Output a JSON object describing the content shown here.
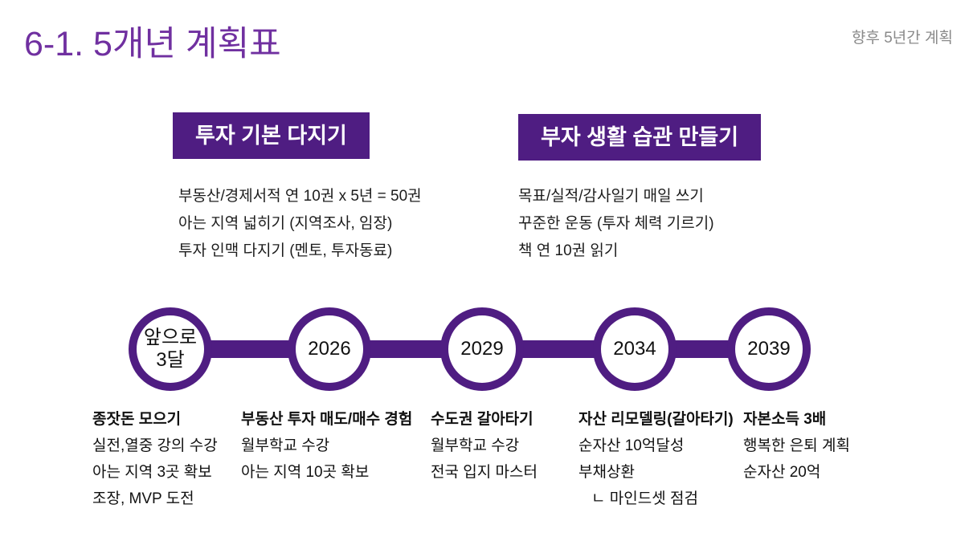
{
  "slide": {
    "title": "6-1. 5개년 계획표",
    "corner_note": "향후 5년간 계획"
  },
  "colors": {
    "accent": "#4f1d82",
    "title": "#7030a0",
    "muted": "#8a8a8a"
  },
  "sections": [
    {
      "heading": "투자 기본 다지기",
      "lines": [
        "부동산/경제서적 연 10권 x 5년 = 50권",
        "아는 지역 넓히기 (지역조사, 임장)",
        "투자 인맥 다지기 (멘토, 투자동료)"
      ]
    },
    {
      "heading": "부자 생활 습관 만들기",
      "lines": [
        "목표/실적/감사일기 매일 쓰기",
        "꾸준한 운동 (투자 체력 기르기)",
        "책 연 10권 읽기"
      ]
    }
  ],
  "timeline": {
    "milestones": [
      {
        "label": "앞으로3달",
        "title": "종잣돈 모으기",
        "items": [
          "실전,열중 강의 수강",
          "아는 지역 3곳 확보",
          "조장, MVP 도전"
        ]
      },
      {
        "label": "2026",
        "title": "부동산 투자 매도/매수 경험",
        "items": [
          "월부학교 수강",
          "아는 지역 10곳 확보"
        ]
      },
      {
        "label": "2029",
        "title": "수도권 갈아타기",
        "items": [
          "월부학교 수강",
          "전국 입지 마스터"
        ]
      },
      {
        "label": "2034",
        "title": "자산 리모델링(갈아타기)",
        "items": [
          "순자산 10억달성",
          "부채상환",
          "ㄴ 마인드셋 점검"
        ]
      },
      {
        "label": "2039",
        "title": "자본소득 3배",
        "items": [
          "행복한 은퇴 계획",
          "순자산 20억"
        ]
      }
    ]
  }
}
